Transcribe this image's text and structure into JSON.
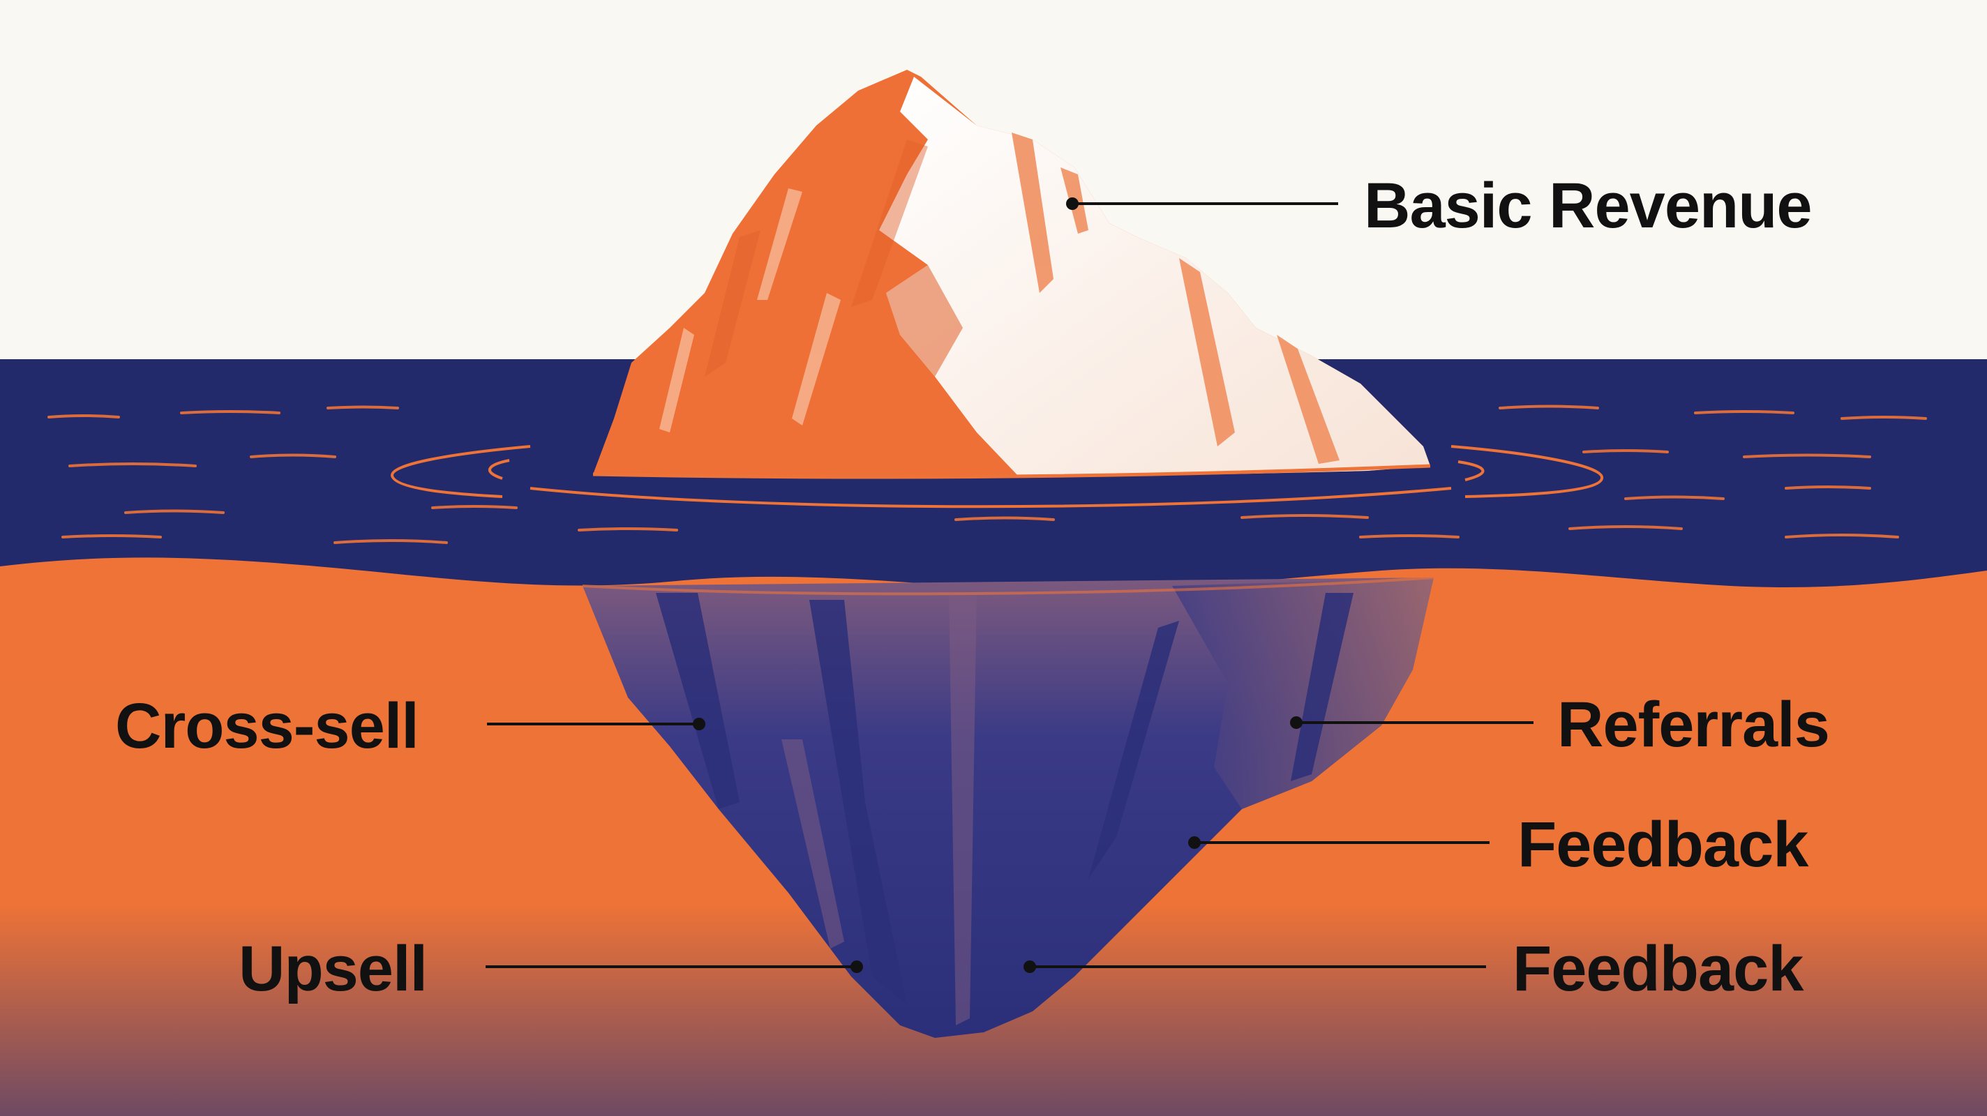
{
  "diagram": {
    "colors": {
      "sky": "#faf8f3",
      "ocean": "#222a6b",
      "underwater": "#ef7337",
      "underwater_deep": "#6e4a63",
      "ice_light": "#fbf6f1",
      "ice_orange": "#ee7036",
      "submerged_ice": "#2b2f79",
      "label_text": "#111111"
    },
    "labels": {
      "basic_revenue": "Basic Revenue",
      "cross_sell": "Cross-sell",
      "upsell": "Upsell",
      "referrals": "Referrals",
      "feedback_upper": "Feedback",
      "feedback_lower": "Feedback"
    }
  }
}
